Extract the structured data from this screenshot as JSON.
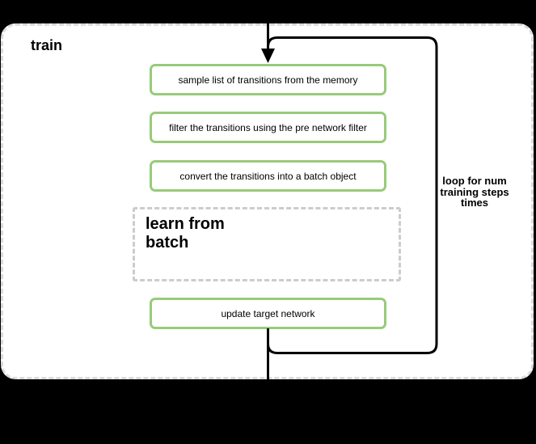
{
  "diagram": {
    "container": {
      "title": "train"
    },
    "nodes": [
      {
        "label": "sample list of transitions from the memory",
        "shape": "rounded-rect",
        "border_color": "#97cb79"
      },
      {
        "label": "filter the transitions using the pre network filter",
        "shape": "rounded-rect",
        "border_color": "#97cb79"
      },
      {
        "label": "convert the transitions into a batch object",
        "shape": "rounded-rect",
        "border_color": "#97cb79"
      },
      {
        "label": "learn from batch",
        "shape": "dashed-rect",
        "border_color": "#cccccc"
      },
      {
        "label": "update target network",
        "shape": "rounded-rect",
        "border_color": "#97cb79"
      }
    ],
    "loop": {
      "label": "loop for num training steps times"
    },
    "colors": {
      "node_border_green": "#97cb79",
      "container_dash": "#dbdbdb",
      "learn_dash": "#cccccc",
      "connector": "#000000",
      "page_background": "#000000",
      "canvas_background": "#ffffff"
    }
  }
}
